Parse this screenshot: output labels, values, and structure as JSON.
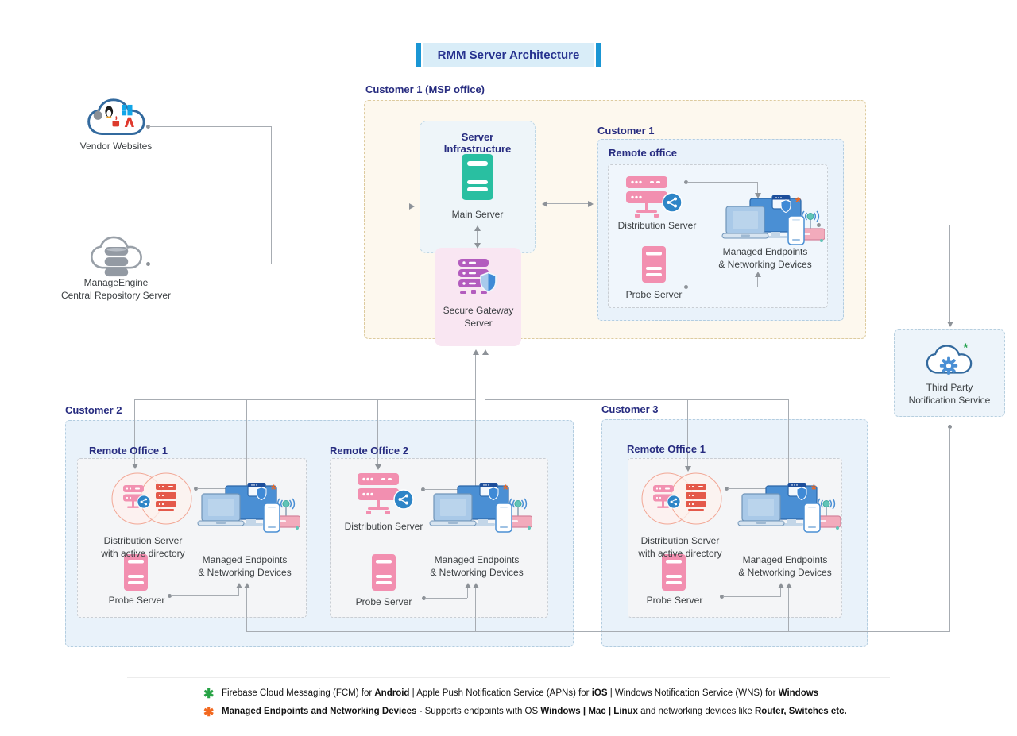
{
  "title": "RMM Server Architecture",
  "nodes": {
    "vendor": "Vendor Websites",
    "repo_line1": "ManageEngine",
    "repo_line2": "Central Repository Server",
    "msp_label": "Customer 1 (MSP office)",
    "server_infra_title": "Server Infrastructure",
    "main_server": "Main Server",
    "gateway_line1": "Secure Gateway",
    "gateway_line2": "Server",
    "customer1_label": "Customer 1",
    "customer1_office": "Remote office",
    "distribution_server": "Distribution Server",
    "dist_ad_line1": "Distribution Server",
    "dist_ad_line2": "with active directory",
    "probe_server": "Probe Server",
    "me_line1": "Managed Endpoints",
    "me_line2": "& Networking Devices",
    "third_party_line1": "Third Party",
    "third_party_line2": "Notification Service",
    "customer2_label": "Customer 2",
    "customer2_ro1": "Remote Office 1",
    "customer2_ro2": "Remote Office 2",
    "customer3_label": "Customer 3",
    "customer3_ro1": "Remote Office 1"
  },
  "legend": {
    "marker_glyph": "✱",
    "rows": [
      {
        "marker_color": "#27a345",
        "segments": [
          {
            "t": "Firebase Cloud Messaging (FCM) for "
          },
          {
            "t": "Android",
            "b": true
          },
          {
            "t": "   |   "
          },
          {
            "t": "Apple Push Notification Service (APNs) for "
          },
          {
            "t": "iOS",
            "b": true
          },
          {
            "t": "   |   "
          },
          {
            "t": "Windows Notification Service (WNS) for "
          },
          {
            "t": "Windows",
            "b": true
          }
        ]
      },
      {
        "marker_color": "#f2681f",
        "segments": [
          {
            "t": "Managed Endpoints and Networking Devices",
            "b": true
          },
          {
            "t": " - Supports endpoints with OS  "
          },
          {
            "t": "Windows | Mac | Linux",
            "b": true
          },
          {
            "t": " and networking devices like "
          },
          {
            "t": "Router, Switches etc.",
            "b": true
          }
        ]
      }
    ]
  },
  "icons": {
    "vendor": "cloud-os-logos-icon",
    "repo": "cloud-database-icon",
    "main_server": "green-server-tower-icon",
    "gateway": "purple-rack-shield-icon",
    "distribution": "pink-rack-share-icon",
    "distribution_ad": "venn-rack-directory-icon",
    "probe": "pink-server-tower-icon",
    "managed_endpoints": "devices-cluster-icon",
    "third_party": "cloud-gear-icon"
  },
  "colors": {
    "title_text": "#26328f",
    "title_bg": "#d9edf8",
    "title_bar": "#1a96d4",
    "section_label": "#272c80",
    "connector": "#a7acb2",
    "msp_bg": "#fdf8ee",
    "customer_bg": "#e9f2fa",
    "gateway_bg": "#f9e6f2",
    "server_green": "#29bfa1",
    "server_pink": "#f28fb0",
    "rack_purple": "#b35cbe",
    "shield_blue": "#3f8ad6",
    "asterisk_green": "#27a345",
    "asterisk_orange": "#f2681f"
  }
}
